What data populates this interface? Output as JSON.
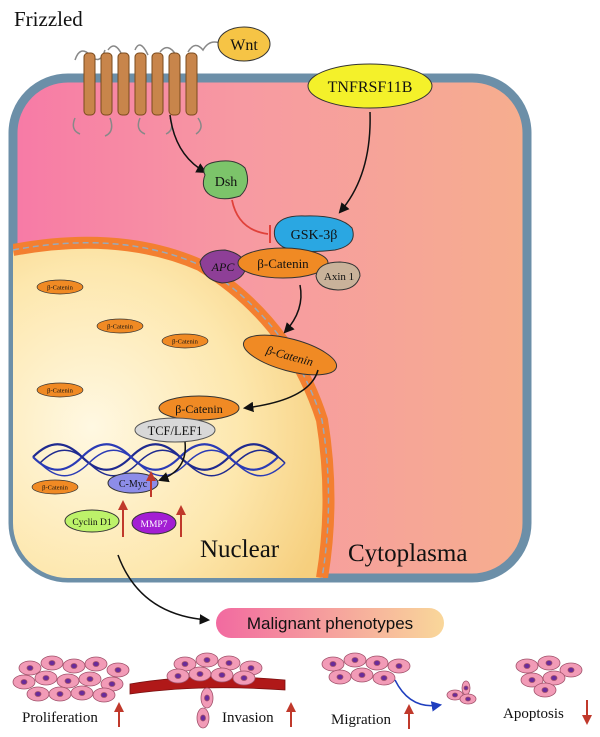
{
  "labels": {
    "frizzled": "Frizzled",
    "wnt": "Wnt",
    "tnfrsf11b": "TNFRSF11B",
    "dsh": "Dsh",
    "gsk3b": "GSK-3β",
    "apc": "APC",
    "bcatenin_complex": "β-Catenin",
    "axin1": "Axin 1",
    "bcatenin_free": "β-Catenin",
    "bcatenin_nuclear": "β-Catenin",
    "tcf_lef1": "TCF/LEF1",
    "cmyc": "C-Myc",
    "cyclin_d1": "Cyclin D1",
    "mmp7": "MMP7",
    "nuclear": "Nuclear",
    "cytoplasma": "Cytoplasma",
    "malignant": "Malignant phenotypes",
    "small_bcatenin": "β-Catenin"
  },
  "phenotypes": [
    {
      "label": "Proliferation",
      "direction": "up"
    },
    {
      "label": "Invasion",
      "direction": "up"
    },
    {
      "label": "Migration",
      "direction": "up"
    },
    {
      "label": "Apoptosis",
      "direction": "down"
    }
  ],
  "colors": {
    "membrane": "#6c8fa8",
    "cell_left": "#f77fa8",
    "cell_right": "#f6ae8e",
    "nucleus_fill": "#fbe3a0",
    "nuclear_envelope": "#f37f30",
    "receptor": "#c8854b",
    "wnt": "#f6c445",
    "tnfrsf11b": "#f4f12a",
    "dsh": "#7cc46a",
    "gsk3b": "#2aa7e2",
    "apc": "#8e3f97",
    "bcatenin": "#f08a24",
    "axin1": "#c9b29a",
    "tcf_lef1": "#d8d8d8",
    "cmyc": "#8d8de8",
    "cyclin_d1": "#bdf26a",
    "mmp7": "#a31ed3",
    "dna": "#1f2a8f",
    "up_arrow": "#c0392b",
    "inhibit": "#e0413a",
    "cell_pink": "#f29bb7",
    "cell_nucleus": "#6a2c9a"
  }
}
